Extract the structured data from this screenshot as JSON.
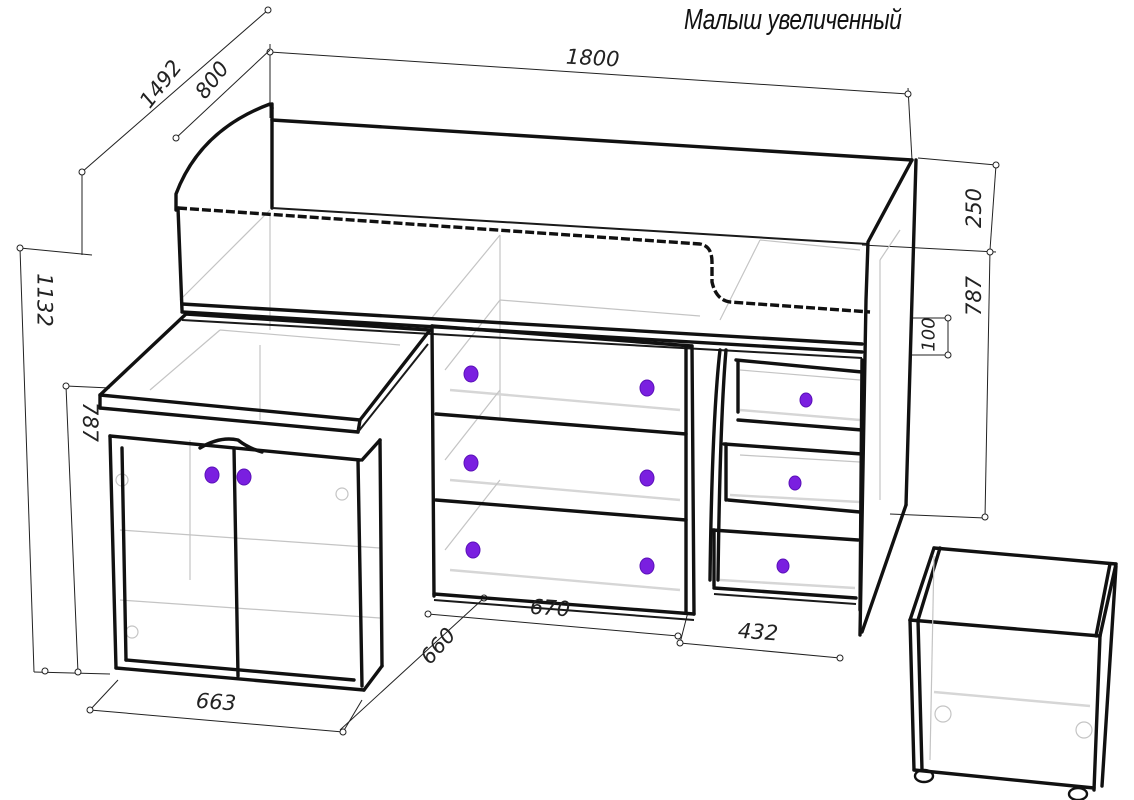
{
  "title": "Малыш увеличенный",
  "colors": {
    "line": "#111111",
    "ghost_line": "#c4c4c4",
    "handle": "#7a1fe0",
    "background": "#ffffff"
  },
  "dimensions": {
    "overall_length": "1800",
    "overall_depth": "1492",
    "bed_depth": "800",
    "overall_height": "1132",
    "side_rail_height": "250",
    "bed_base_height": "787",
    "bed_board_height": "100",
    "desk_height": "787",
    "desk_width": "663",
    "desk_depth": "660",
    "chest_width": "670",
    "side_chest_width": "432"
  },
  "components": [
    {
      "name": "loft-bed-frame",
      "label": "Bed frame"
    },
    {
      "name": "desk-cabinet",
      "label": "Desk with two-door cabinet",
      "handles": 2
    },
    {
      "name": "chest-of-drawers",
      "label": "Three-drawer chest",
      "drawers": 3,
      "handles": 6
    },
    {
      "name": "side-drawers",
      "label": "Side three-drawer unit",
      "drawers": 3,
      "handles": 3
    },
    {
      "name": "mobile-box",
      "label": "Mobile box on casters",
      "casters": 4
    }
  ]
}
